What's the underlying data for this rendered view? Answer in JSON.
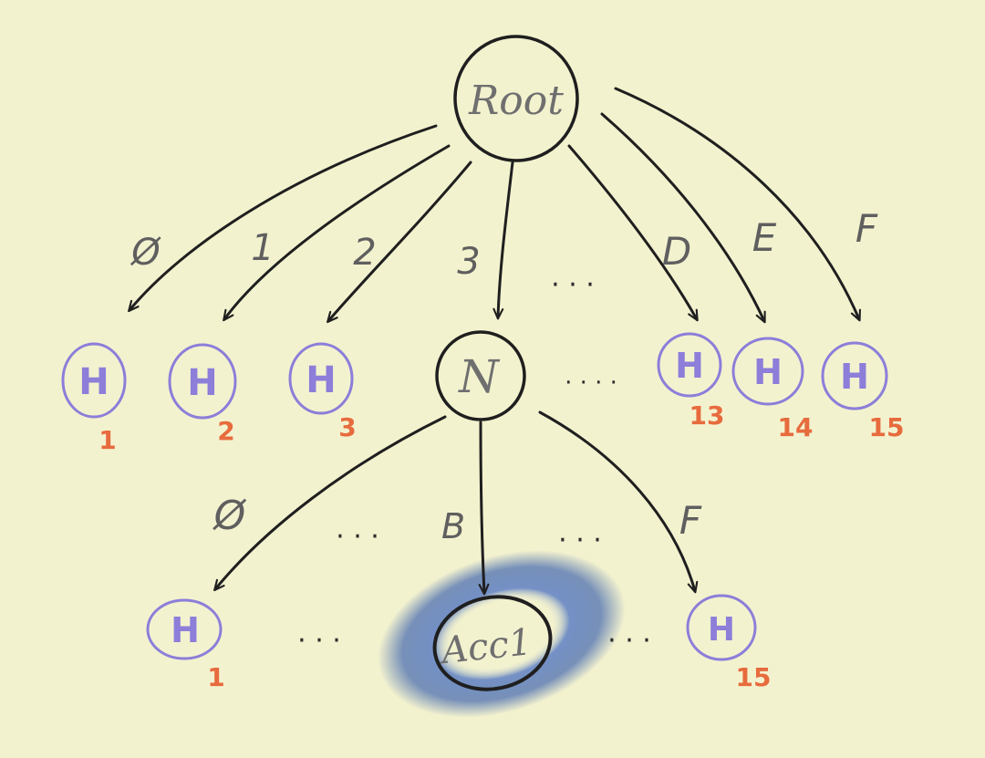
{
  "diagram": {
    "root": {
      "label": "Root"
    },
    "branch_node": {
      "label": "N"
    },
    "target_node": {
      "label": "Acc1"
    },
    "hash_symbol": "H",
    "top_level": {
      "edges": [
        {
          "label": "Ø",
          "index": "1"
        },
        {
          "label": "1",
          "index": "2"
        },
        {
          "label": "2",
          "index": "3"
        },
        {
          "label": "3",
          "index": ""
        },
        {
          "label": "D",
          "index": "13"
        },
        {
          "label": "E",
          "index": "14"
        },
        {
          "label": "F",
          "index": "15"
        }
      ]
    },
    "second_level": {
      "edges": [
        {
          "label": "Ø",
          "index": "1"
        },
        {
          "label": "B",
          "index": ""
        },
        {
          "label": "F",
          "index": "15"
        }
      ]
    },
    "ellipsis_dots": "· · ·",
    "ellipsis_four": "· · · ·",
    "colors": {
      "background": "#f3f2cf",
      "hash_node": "#8c7ed9",
      "index": "#e76b3d",
      "ink": "#1f1f1f",
      "highlight": "#4d6fb1"
    }
  }
}
